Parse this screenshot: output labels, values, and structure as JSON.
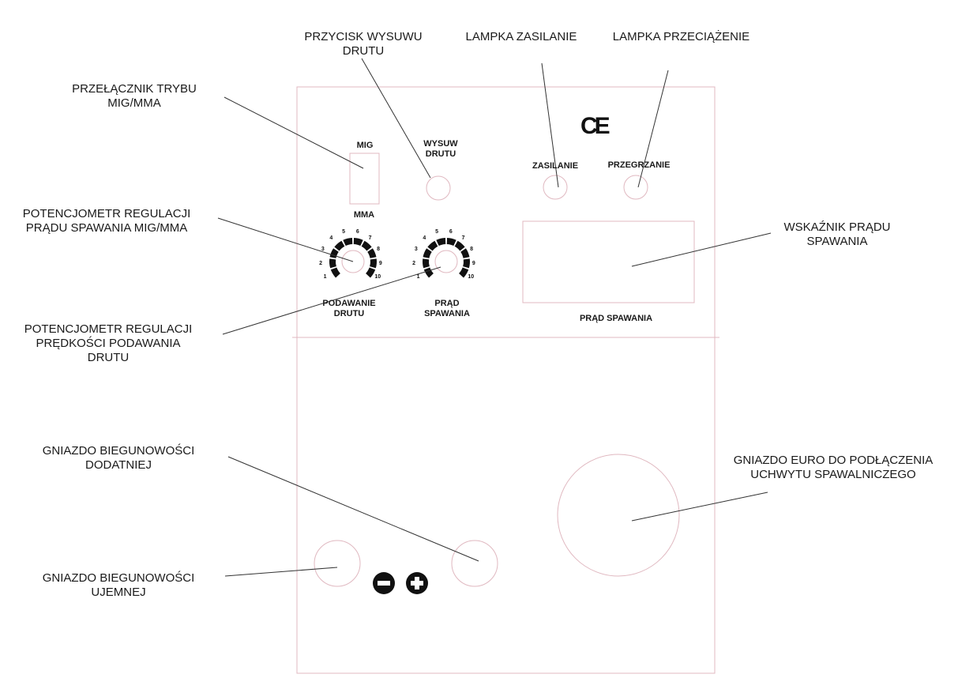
{
  "panel": {
    "switch_top_label": "MIG",
    "switch_bottom_label": "MMA",
    "wire_feed_button_label": "WYSUW\nDRUTU",
    "power_lamp_label": "ZASILANIE",
    "overheat_lamp_label": "PRZEGRZANIE",
    "ce_mark": "CE",
    "knob_wire_label": "PODAWANIE\nDRUTU",
    "knob_current_label": "PRĄD\nSPAWANIA",
    "display_label": "PRĄD SPAWANIA",
    "knob_scale": [
      "1",
      "2",
      "3",
      "4",
      "5",
      "6",
      "7",
      "8",
      "9",
      "10"
    ],
    "minus_symbol": "−",
    "plus_symbol": "+"
  },
  "callouts": {
    "wire_button": "PRZYCISK WYSUWU\nDRUTU",
    "power_lamp": "LAMPKA ZASILANIE",
    "overload_lamp": "LAMPKA PRZECIĄŻENIE",
    "mode_switch": "PRZEŁĄCZNIK TRYBU\nMIG/MMA",
    "current_pot": "POTENCJOMETR REGULACJI\nPRĄDU SPAWANIA MIG/MMA",
    "current_display": "WSKAŹNIK PRĄDU\nSPAWANIA",
    "speed_pot": "POTENCJOMETR REGULACJI\nPRĘDKOŚCI PODAWANIA\nDRUTU",
    "positive_socket": "GNIAZDO BIEGUNOWOŚCI\nDODATNIEJ",
    "euro_socket": "GNIAZDO EURO DO PODŁĄCZENIA\nUCHWYTU SPAWALNICZEGO",
    "negative_socket": "GNIAZDO BIEGUNOWOŚCI\nUJEMNEJ"
  },
  "colors": {
    "outline": "#e0b8c0",
    "ink": "#1a1a1a"
  }
}
